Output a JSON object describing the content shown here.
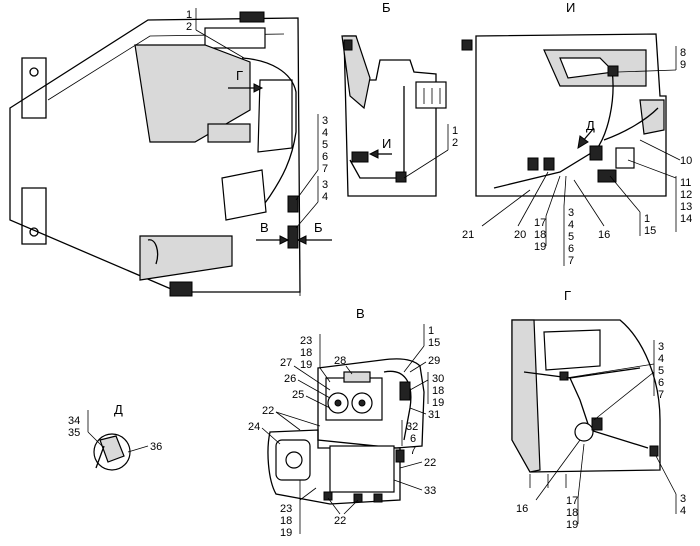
{
  "views": {
    "b": "Б",
    "i": "И",
    "v": "В",
    "g": "Г",
    "d": "Д"
  },
  "callouts": {
    "main_top": [
      "1",
      "2"
    ],
    "main_mid": [
      "3",
      "4",
      "5",
      "6",
      "7"
    ],
    "main_low": [
      "3",
      "4"
    ],
    "b_right": [
      "1",
      "2"
    ],
    "i_top": [
      "8",
      "9"
    ],
    "i_10": "10",
    "i_right": [
      "11",
      "12",
      "13",
      "14"
    ],
    "i_21": "21",
    "i_20": "20",
    "i_stack17": [
      "17",
      "18",
      "19"
    ],
    "i_stack3": [
      "3",
      "4",
      "5",
      "6",
      "7"
    ],
    "i_16": "16",
    "i_1_15": [
      "1",
      "15"
    ],
    "v_top": [
      "1",
      "15"
    ],
    "v_23a": [
      "23",
      "18",
      "19"
    ],
    "v_28": "28",
    "v_29": "29",
    "v_27": "27",
    "v_30": [
      "30",
      "18",
      "19"
    ],
    "v_26": "26",
    "v_25": "25",
    "v_31": "31",
    "v_22a": "22",
    "v_24": "24",
    "v_32": [
      "32",
      "6",
      "7"
    ],
    "v_22b": "22",
    "v_33": "33",
    "v_23b": [
      "23",
      "18",
      "19"
    ],
    "v_22c": "22",
    "d_34": [
      "34",
      "35"
    ],
    "d_36": "36",
    "g_right": [
      "3",
      "4",
      "5",
      "6",
      "7"
    ],
    "g_16": "16",
    "g_17": [
      "17",
      "18",
      "19"
    ],
    "g_34": [
      "3",
      "4"
    ]
  }
}
